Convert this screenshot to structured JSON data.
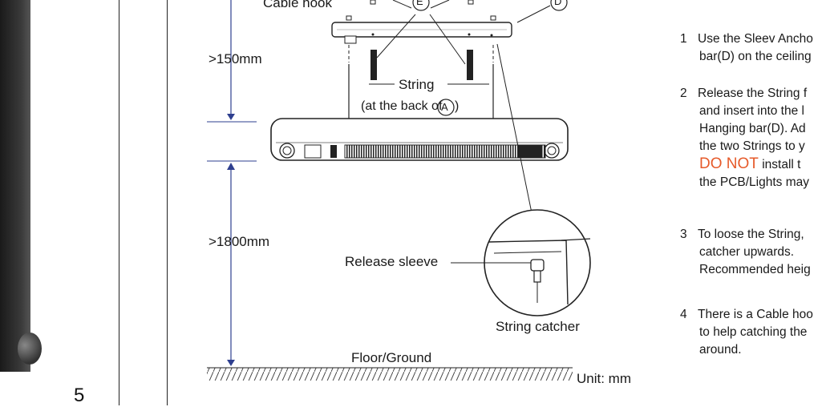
{
  "page": {
    "number": "5"
  },
  "diagram": {
    "labels": {
      "cable_hook": "Cable hook",
      "mark_e": "E",
      "mark_d": "D",
      "mark_a": "A",
      "min_top": ">150mm",
      "string": "String",
      "at_back_prefix": "(at the back of",
      "at_back_suffix": ")",
      "min_bottom": ">1800mm",
      "release_sleeve": "Release sleeve",
      "string_catcher": "String catcher",
      "floor": "Floor/Ground",
      "unit": "Unit: mm"
    }
  },
  "instructions": [
    {
      "num": "1",
      "lines": [
        "Use the Sleev Ancho",
        "bar(D) on the ceiling"
      ]
    },
    {
      "num": "2",
      "lines": [
        "Release the String f",
        "and insert into the l",
        "Hanging bar(D). Ad",
        "the two Strings to y"
      ],
      "warning_word": "DO NOT",
      "warning_rest": "install t",
      "after": [
        "the PCB/Lights may"
      ]
    },
    {
      "num": "3",
      "lines": [
        "To loose the String,",
        "catcher upwards.",
        "Recommended heig"
      ]
    },
    {
      "num": "4",
      "lines": [
        "There is a Cable hoo",
        "to help catching the",
        "around."
      ]
    }
  ],
  "colors": {
    "dimension_line": "#2e3f8f",
    "warning": "#e65a2a",
    "ink": "#1a1a1a"
  }
}
